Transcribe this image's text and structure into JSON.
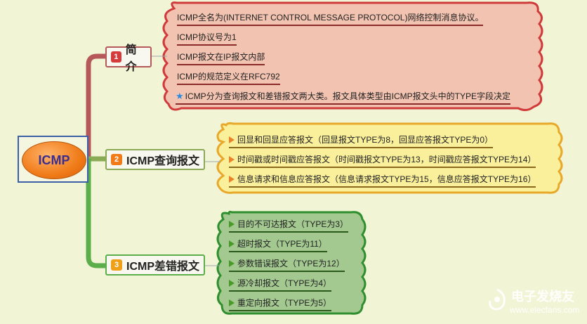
{
  "root": {
    "label": "ICMP"
  },
  "topics": [
    {
      "num": "1",
      "label": "简介"
    },
    {
      "num": "2",
      "label": "ICMP查询报文"
    },
    {
      "num": "3",
      "label": "ICMP差错报文"
    }
  ],
  "intro_items": [
    "ICMP全名为(INTERNET CONTROL MESSAGE PROTOCOL)网络控制消息协议。",
    "ICMP协议号为1",
    "ICMP报文在IP报文内部",
    "ICMP的规范定义在RFC792",
    "ICMP分为查询报文和差错报文两大类。报文具体类型由ICMP报文头中的TYPE字段决定"
  ],
  "query_items": [
    "回显和回显应答报文（回显报文TYPE为8，回显应答报文TYPE为0）",
    "时间戳或时间戳应答报文（时间戳报文TYPE为13，时间戳应答报文TYPE为14）",
    "信息请求和信息应答报文（信息请求报文TYPE为15，信息应答报文TYPE为16）"
  ],
  "error_items": [
    "目的不可达报文（TYPE为3）",
    "超时报文（TYPE为11）",
    "参数错误报文（TYPE为12）",
    "源冷却报文（TYPE为4）",
    "重定向报文（TYPE为5）"
  ],
  "watermark": {
    "brand": "电子发烧友",
    "url": "www.elecfans.com"
  },
  "colors": {
    "red": "#d03a3a",
    "red_fill": "#f2c3b0",
    "yellow": "#e8a92a",
    "yellow_fill": "#faef9b",
    "green": "#2f8f2f",
    "green_fill": "#a3c990",
    "branch_red": "#b5585a",
    "branch_green": "#5cae4a"
  }
}
